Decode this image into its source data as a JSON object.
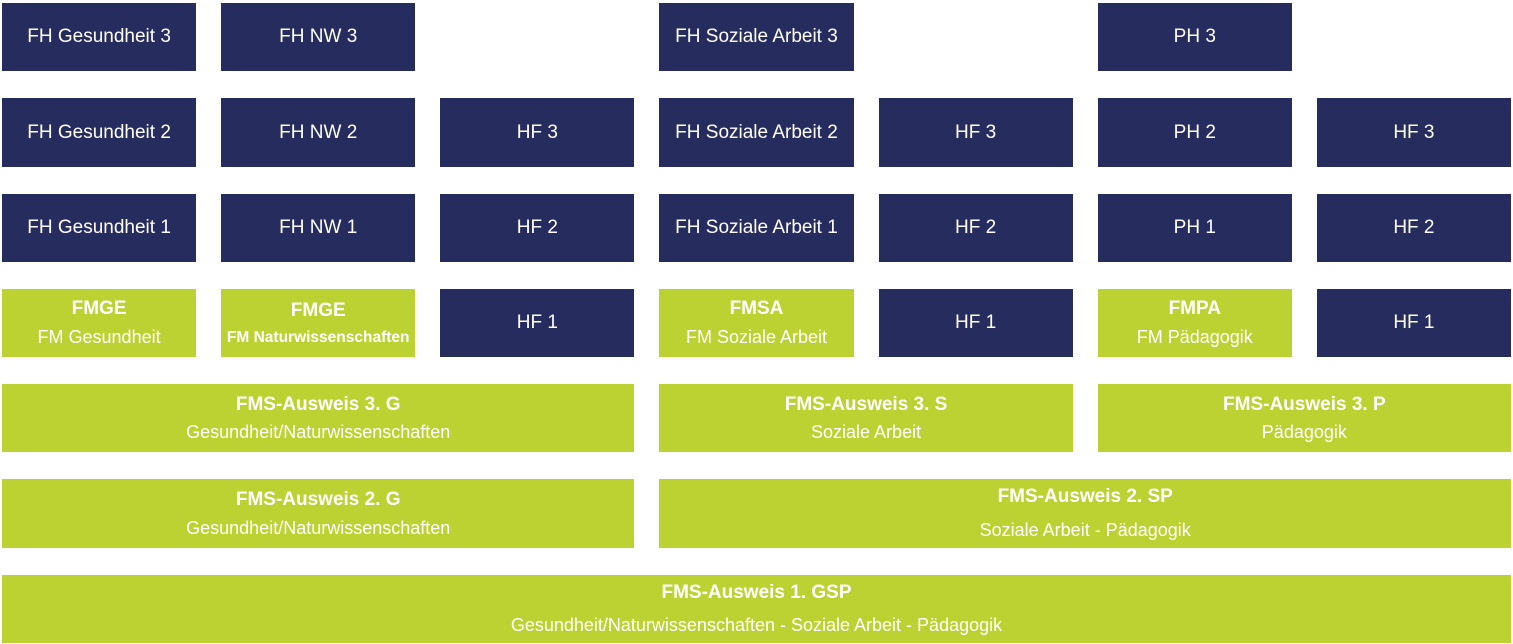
{
  "colors": {
    "navy": "#272c5e",
    "green": "#bcd232",
    "text": "#ffffff",
    "background": "#ffffff"
  },
  "boxes": [
    {
      "name": "box-fh-gesundheit-3",
      "row": 1,
      "col": 1,
      "span": 1,
      "color": "navy",
      "title": "FH Gesundheit 3"
    },
    {
      "name": "box-fh-nw-3",
      "row": 1,
      "col": 2,
      "span": 1,
      "color": "navy",
      "title": "FH NW 3"
    },
    {
      "name": "box-fh-soziale-arbeit-3",
      "row": 1,
      "col": 4,
      "span": 1,
      "color": "navy",
      "title": "FH Soziale Arbeit 3"
    },
    {
      "name": "box-ph-3",
      "row": 1,
      "col": 6,
      "span": 1,
      "color": "navy",
      "title": "PH 3"
    },
    {
      "name": "box-fh-gesundheit-2",
      "row": 2,
      "col": 1,
      "span": 1,
      "color": "navy",
      "title": "FH Gesundheit 2"
    },
    {
      "name": "box-fh-nw-2",
      "row": 2,
      "col": 2,
      "span": 1,
      "color": "navy",
      "title": "FH NW 2"
    },
    {
      "name": "box-hf-3-a",
      "row": 2,
      "col": 3,
      "span": 1,
      "color": "navy",
      "title": "HF 3"
    },
    {
      "name": "box-fh-soziale-arbeit-2",
      "row": 2,
      "col": 4,
      "span": 1,
      "color": "navy",
      "title": "FH Soziale Arbeit 2"
    },
    {
      "name": "box-hf-3-b",
      "row": 2,
      "col": 5,
      "span": 1,
      "color": "navy",
      "title": "HF 3"
    },
    {
      "name": "box-ph-2",
      "row": 2,
      "col": 6,
      "span": 1,
      "color": "navy",
      "title": "PH 2"
    },
    {
      "name": "box-hf-3-c",
      "row": 2,
      "col": 7,
      "span": 1,
      "color": "navy",
      "title": "HF 3"
    },
    {
      "name": "box-fh-gesundheit-1",
      "row": 3,
      "col": 1,
      "span": 1,
      "color": "navy",
      "title": "FH Gesundheit 1"
    },
    {
      "name": "box-fh-nw-1",
      "row": 3,
      "col": 2,
      "span": 1,
      "color": "navy",
      "title": "FH NW 1"
    },
    {
      "name": "box-hf-2-a",
      "row": 3,
      "col": 3,
      "span": 1,
      "color": "navy",
      "title": "HF 2"
    },
    {
      "name": "box-fh-soziale-arbeit-1",
      "row": 3,
      "col": 4,
      "span": 1,
      "color": "navy",
      "title": "FH Soziale Arbeit 1"
    },
    {
      "name": "box-hf-2-b",
      "row": 3,
      "col": 5,
      "span": 1,
      "color": "navy",
      "title": "HF 2"
    },
    {
      "name": "box-ph-1",
      "row": 3,
      "col": 6,
      "span": 1,
      "color": "navy",
      "title": "PH 1"
    },
    {
      "name": "box-hf-2-c",
      "row": 3,
      "col": 7,
      "span": 1,
      "color": "navy",
      "title": "HF 2"
    },
    {
      "name": "box-fmge-gesundheit",
      "row": 4,
      "col": 1,
      "span": 1,
      "color": "green",
      "title": "FMGE",
      "subtitle": "FM Gesundheit"
    },
    {
      "name": "box-fmge-naturwissenschaften",
      "row": 4,
      "col": 2,
      "span": 1,
      "color": "green",
      "title": "FMGE",
      "subtitle": "FM Naturwissenschaften",
      "subtitle_style": "bold-small-subtitle"
    },
    {
      "name": "box-hf-1-a",
      "row": 4,
      "col": 3,
      "span": 1,
      "color": "navy",
      "title": "HF 1"
    },
    {
      "name": "box-fmsa",
      "row": 4,
      "col": 4,
      "span": 1,
      "color": "green",
      "title": "FMSA",
      "subtitle": "FM Soziale Arbeit"
    },
    {
      "name": "box-hf-1-b",
      "row": 4,
      "col": 5,
      "span": 1,
      "color": "navy",
      "title": "HF 1"
    },
    {
      "name": "box-fmpa",
      "row": 4,
      "col": 6,
      "span": 1,
      "color": "green",
      "title": "FMPA",
      "subtitle": "FM Pädagogik"
    },
    {
      "name": "box-hf-1-c",
      "row": 4,
      "col": 7,
      "span": 1,
      "color": "navy",
      "title": "HF 1"
    },
    {
      "name": "box-fms-ausweis-3-g",
      "row": 5,
      "col": 1,
      "span": 3,
      "color": "green",
      "title": "FMS-Ausweis 3. G",
      "subtitle": "Gesundheit/Naturwissenschaften"
    },
    {
      "name": "box-fms-ausweis-3-s",
      "row": 5,
      "col": 4,
      "span": 2,
      "color": "green",
      "title": "FMS-Ausweis 3. S",
      "subtitle": "Soziale Arbeit"
    },
    {
      "name": "box-fms-ausweis-3-p",
      "row": 5,
      "col": 6,
      "span": 2,
      "color": "green",
      "title": "FMS-Ausweis 3. P",
      "subtitle": "Pädagogik"
    },
    {
      "name": "box-fms-ausweis-2-g",
      "row": 6,
      "col": 1,
      "span": 3,
      "color": "green",
      "title": "FMS-Ausweis 2. G",
      "subtitle": "Gesundheit/Naturwissenschaften"
    },
    {
      "name": "box-fms-ausweis-2-sp",
      "row": 6,
      "col": 4,
      "span": 4,
      "color": "green",
      "title": "FMS-Ausweis 2. SP",
      "subtitle": "Soziale Arbeit - Pädagogik",
      "subtitle_style": "tall-spacing"
    },
    {
      "name": "box-fms-ausweis-1-gsp",
      "row": 7,
      "col": 1,
      "span": 7,
      "color": "green",
      "title": "FMS-Ausweis 1. GSP",
      "subtitle": "Gesundheit/Naturwissenschaften - Soziale Arbeit - Pädagogik",
      "subtitle_style": "tall-spacing"
    }
  ]
}
